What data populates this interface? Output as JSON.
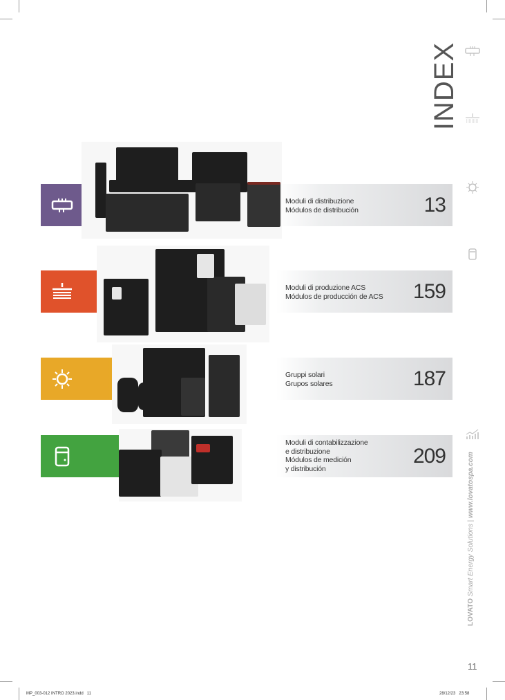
{
  "title": "INDEX",
  "sections": [
    {
      "line1": "Moduli di distribuzione",
      "line2": "Módulos de distribución",
      "page": "13",
      "color": "#6e5a8c",
      "icon": "manifold-icon"
    },
    {
      "line1": "Moduli di produzione ACS",
      "line2": "Módulos de producción de ACS",
      "page": "159",
      "color": "#e0522b",
      "icon": "shower-icon"
    },
    {
      "line1": "Gruppi solari",
      "line2": "Grupos solares",
      "page": "187",
      "color": "#e8a828",
      "icon": "sun-icon"
    },
    {
      "line1": "Moduli di contabilizzazione",
      "line2": "e distribuzione",
      "line3": "Módulos de medición",
      "line4": "y distribución",
      "page": "209",
      "color": "#43a340",
      "icon": "meter-icon"
    }
  ],
  "sidebar": {
    "brand": "LOVATO",
    "tagline": "Smart Energy Solutions",
    "separator": "|",
    "url": "www.lovatospa.com"
  },
  "page_number": "11",
  "footer": {
    "file": "MP_003-012 INTRO 2023.indd   11",
    "date": "28/12/23   23:58"
  }
}
